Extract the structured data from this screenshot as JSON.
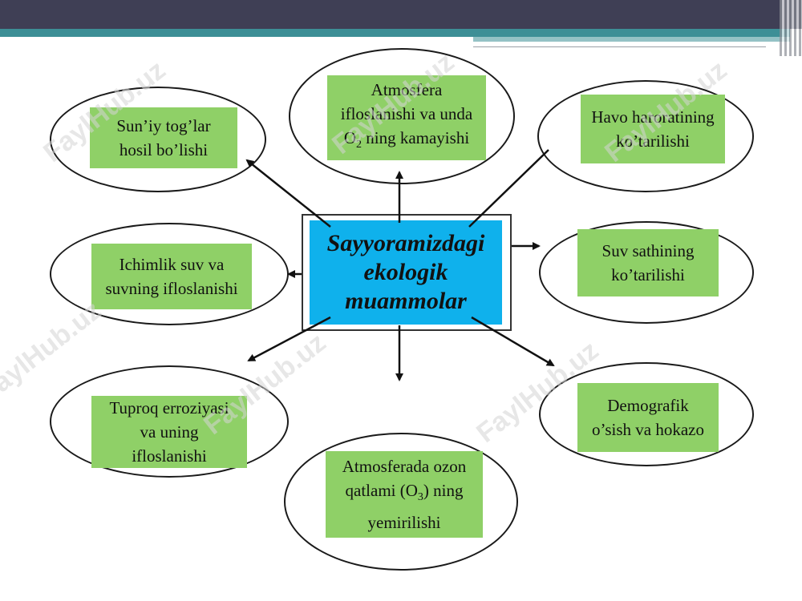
{
  "center": {
    "label": "Sayyoramizdagi\nekologik\nmuammolar"
  },
  "nodes": {
    "artificial_mountains": "Sun’iy tog’lar\nhosil bo’lishi",
    "atmosphere_pollution": "Atmosfera\nifloslanishi va unda",
    "atmosphere_o2_prefix": "O",
    "atmosphere_o2_sub": "2",
    "atmosphere_o2_suffix": " ning kamayishi",
    "temperature_rise": "Havo haroratining\nko’tarilishi",
    "drinking_water": "Ichimlik suv va\nsuvning ifloslanishi",
    "water_level": "Suv sathining\nko’tarilishi",
    "soil_erosion": "Tuproq erroziyasi\nva uning\nifloslanishi",
    "ozone_line1": "Atmosferada ozon",
    "ozone_line2_prefix": "qatlami (O",
    "ozone_line2_sub": "3",
    "ozone_line2_suffix": ") ning",
    "ozone_line3": "yemirilishi",
    "demographic": "Demografik\no’sish va hokazo"
  },
  "watermark": "FaylHub.uz",
  "colors": {
    "node_fill": "#8fd067",
    "center_fill": "#0fb1ec",
    "top_bar": "#3f3f55",
    "accent": "#3d8f96"
  }
}
